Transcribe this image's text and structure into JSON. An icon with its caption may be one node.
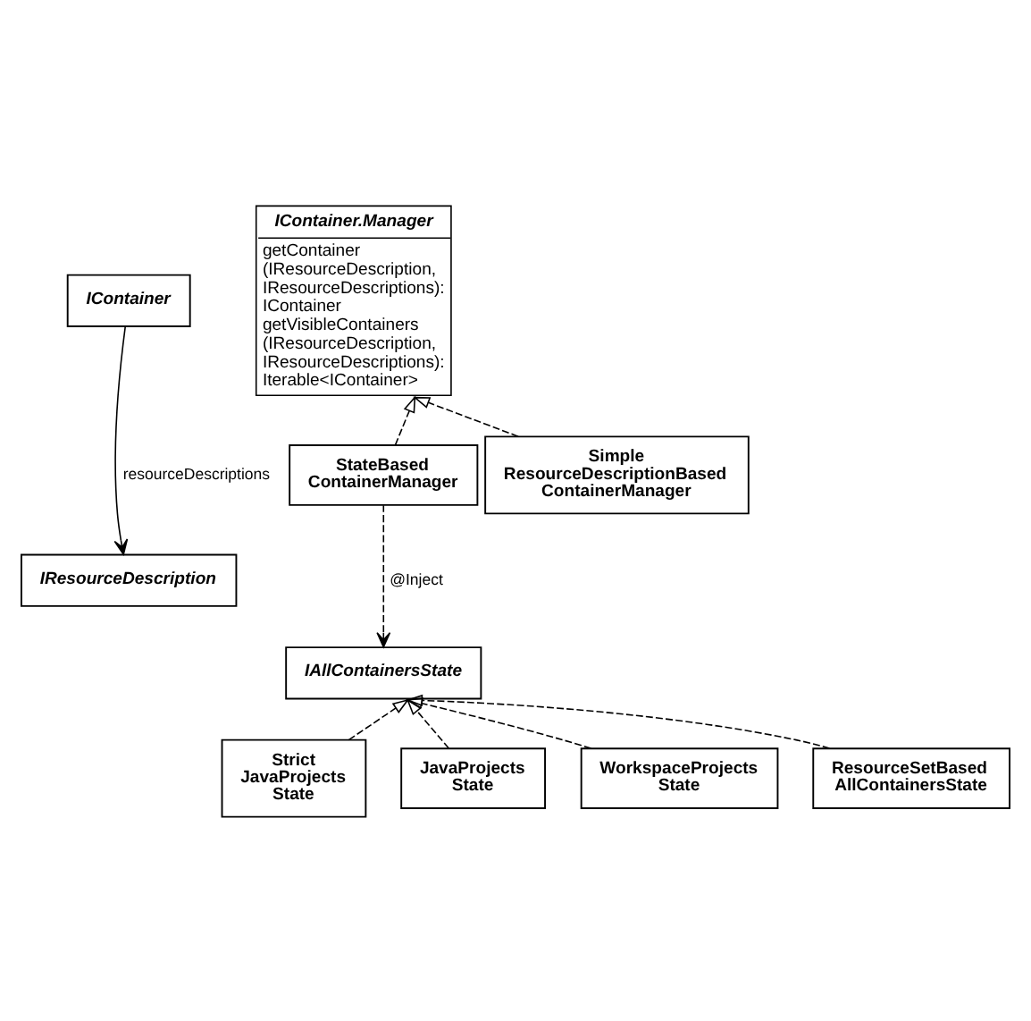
{
  "diagram": {
    "nodes": [
      {
        "text": [
          "IContainer"
        ]
      },
      {
        "text": [
          "IResourceDescription"
        ]
      },
      {
        "text": [
          "IContainer.Manager",
          "getContainer (IResourceDescription, IResourceDescriptions): IContainer",
          "getVisibleContainers (IResourceDescription, IResourceDescriptions): Iterable<IContainer>"
        ]
      },
      {
        "text": [
          "StateBased ContainerManager"
        ]
      },
      {
        "text": [
          "Simple ResourceDescriptionBased ContainerManager"
        ]
      },
      {
        "text": [
          "IAllContainersState"
        ]
      },
      {
        "text": [
          "Strict JavaProjects State"
        ]
      },
      {
        "text": [
          "JavaProjects State"
        ]
      },
      {
        "text": [
          "WorkspaceProjects State"
        ]
      },
      {
        "text": [
          "ResourceSetBased AllContainersState"
        ]
      }
    ],
    "edges": [
      {
        "from": 0,
        "to": 1,
        "arrow": "to",
        "label": "resourceDescriptions"
      },
      {
        "from": 3,
        "to": 2,
        "arrow": "to",
        "style": "dashed"
      },
      {
        "from": 4,
        "to": 2,
        "arrow": "to",
        "style": "dashed"
      },
      {
        "from": 3,
        "to": 5,
        "arrow": "to",
        "style": "dashed",
        "label": "@Inject"
      },
      {
        "from": 6,
        "to": 5,
        "arrow": "to",
        "style": "dashed"
      },
      {
        "from": 7,
        "to": 5,
        "arrow": "to",
        "style": "dashed"
      },
      {
        "from": 8,
        "to": 5,
        "arrow": "to",
        "style": "dashed"
      },
      {
        "from": 9,
        "to": 5,
        "arrow": "to",
        "style": "dashed"
      }
    ]
  }
}
